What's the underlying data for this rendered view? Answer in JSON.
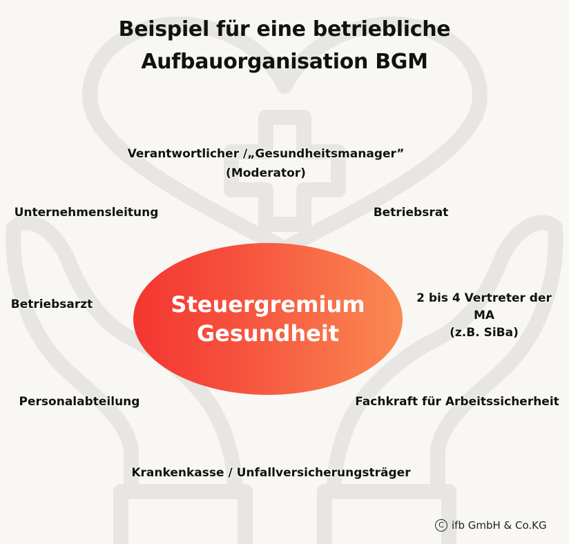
{
  "title": {
    "line1": "Beispiel für eine betriebliche",
    "line2": "Aufbauorganisation BGM"
  },
  "center": {
    "line1": "Steuergremium",
    "line2": "Gesundheit"
  },
  "nodes": {
    "manager_line1": "Verantwortlicher /„Gesundheitsmanager”",
    "manager_line2": "(Moderator)",
    "leadership": "Unternehmensleitung",
    "works_council": "Betriebsrat",
    "company_doctor": "Betriebsarzt",
    "reps_line1": "2 bis 4 Vertreter der",
    "reps_line2": "MA",
    "reps_line3": "(z.B. SiBa)",
    "hr": "Personalabteilung",
    "safety": "Fachkraft für Arbeitssicherheit",
    "insurance": "Krankenkasse / Unfallversicherungsträger"
  },
  "footer": {
    "copyright_symbol": "C",
    "company": "ifb GmbH & Co.KG"
  },
  "colors": {
    "background": "#f8f7f4",
    "watermark": "#e7e6e2",
    "oval_start": "#f43531",
    "oval_end": "#fb8a53",
    "text": "#111111"
  },
  "icons": [
    "heart-icon",
    "medical-cross-icon",
    "caring-hands-icon",
    "copyright-icon"
  ]
}
